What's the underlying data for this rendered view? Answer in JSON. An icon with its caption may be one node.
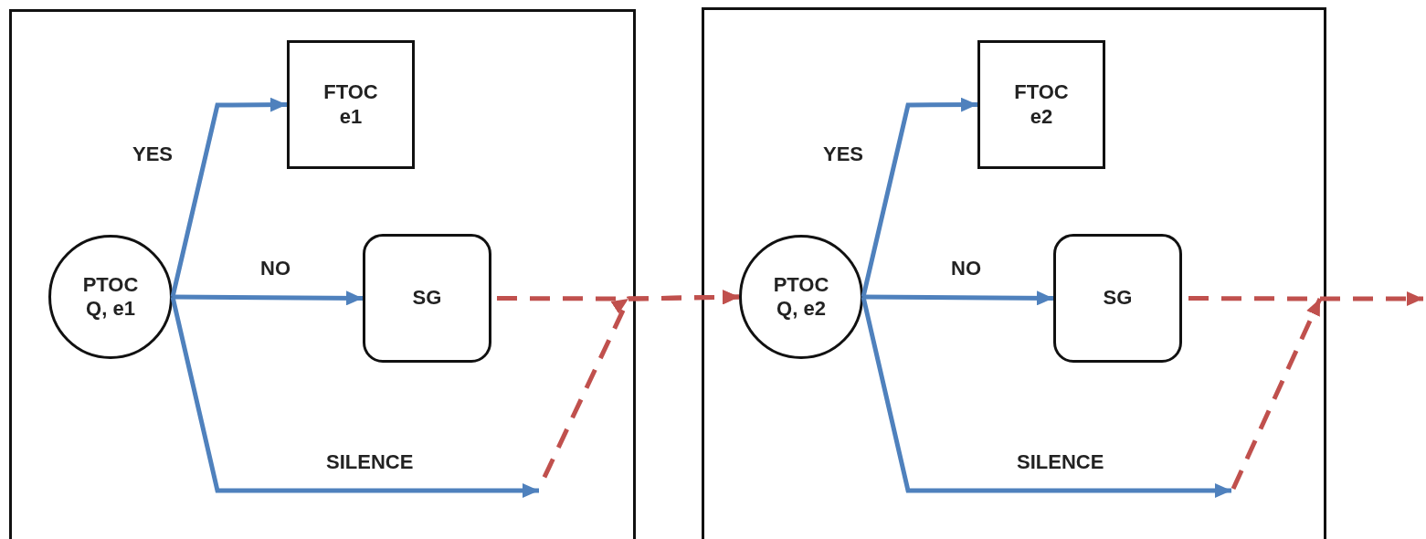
{
  "diagram": {
    "nodes": [
      {
        "text": [],
        "shape": "box"
      },
      {
        "text": [
          "PTOC Q, e1"
        ],
        "in": 0
      },
      {
        "text": [
          "FTOC e1"
        ],
        "in": 0
      },
      {
        "text": [
          "SG"
        ],
        "in": 0
      },
      {
        "text": [],
        "shape": "box"
      },
      {
        "text": [
          "PTOC Q, e2"
        ],
        "in": 4
      },
      {
        "text": [
          "FTOC e2"
        ],
        "in": 4
      },
      {
        "text": [
          "SG"
        ],
        "in": 4
      }
    ],
    "edges": [
      {
        "from": 1,
        "to": 2,
        "arrow": "to",
        "label": "YES"
      },
      {
        "from": 1,
        "to": 3,
        "arrow": "to",
        "label": "NO"
      },
      {
        "from": 1,
        "to": null,
        "arrow": "to",
        "label": "SILENCE"
      },
      {
        "from": 3,
        "to": 5,
        "arrow": "to",
        "style": "dashed",
        "color": "#c0504d"
      },
      {
        "from": null,
        "to": 5,
        "arrow": "to",
        "style": "dashed",
        "color": "#c0504d"
      },
      {
        "from": 5,
        "to": 6,
        "arrow": "to",
        "label": "YES"
      },
      {
        "from": 5,
        "to": 7,
        "arrow": "to",
        "label": "NO"
      },
      {
        "from": 5,
        "to": null,
        "arrow": "to",
        "label": "SILENCE"
      },
      {
        "from": 7,
        "to": null,
        "arrow": "to",
        "style": "dashed",
        "color": "#c0504d"
      }
    ]
  }
}
